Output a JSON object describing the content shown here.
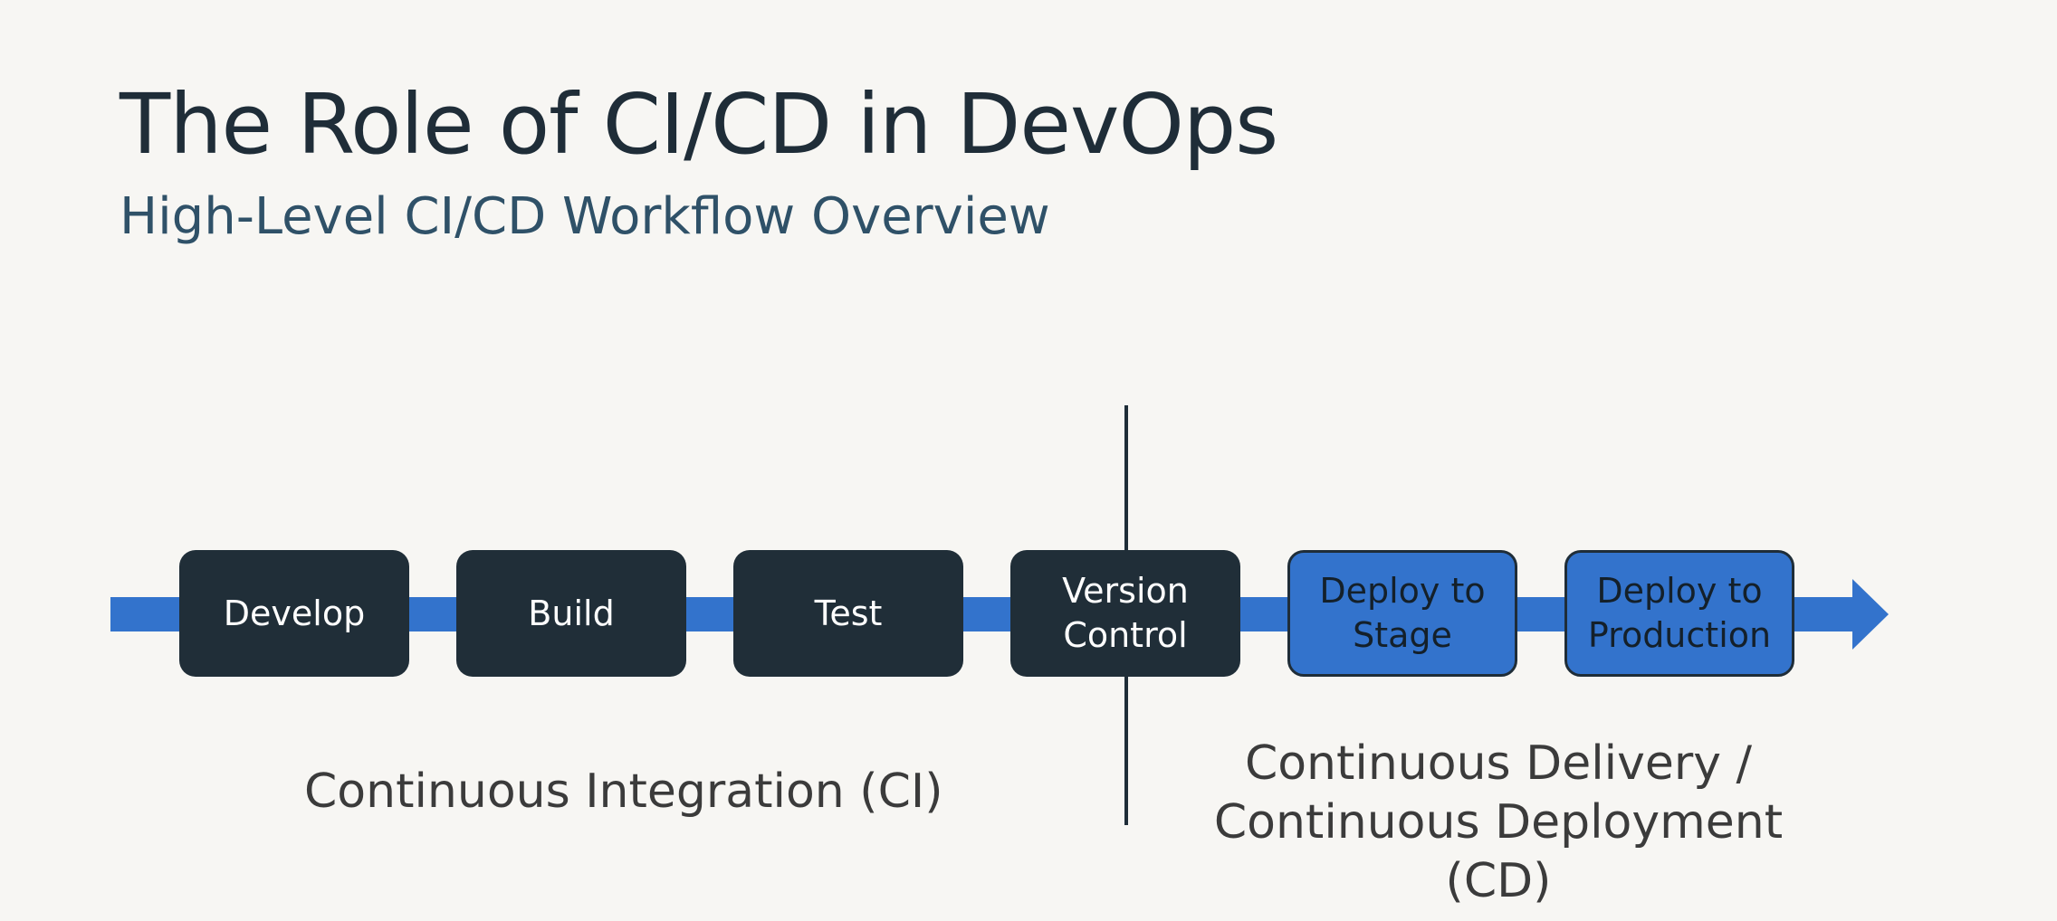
{
  "header": {
    "title": "The Role of CI/CD in DevOps",
    "subtitle": "High-Level CI/CD Workflow Overview"
  },
  "workflow": {
    "stages": [
      {
        "label": "Develop",
        "phase": "CI"
      },
      {
        "label": "Build",
        "phase": "CI"
      },
      {
        "label": "Test",
        "phase": "CI"
      },
      {
        "label": "Version\nControl",
        "phase": "CI"
      },
      {
        "label": "Deploy to\nStage",
        "phase": "CD"
      },
      {
        "label": "Deploy to\nProduction",
        "phase": "CD"
      }
    ],
    "phases": {
      "ci": "Continuous Integration (CI)",
      "cd": "Continuous Delivery /\nContinuous Deployment (CD)"
    }
  },
  "colors": {
    "background": "#f7f6f3",
    "flow_arrow": "#3373cc",
    "ci_box": "#202e38",
    "cd_box": "#3373cc",
    "title": "#1f2d38",
    "subtitle": "#2f5168"
  }
}
